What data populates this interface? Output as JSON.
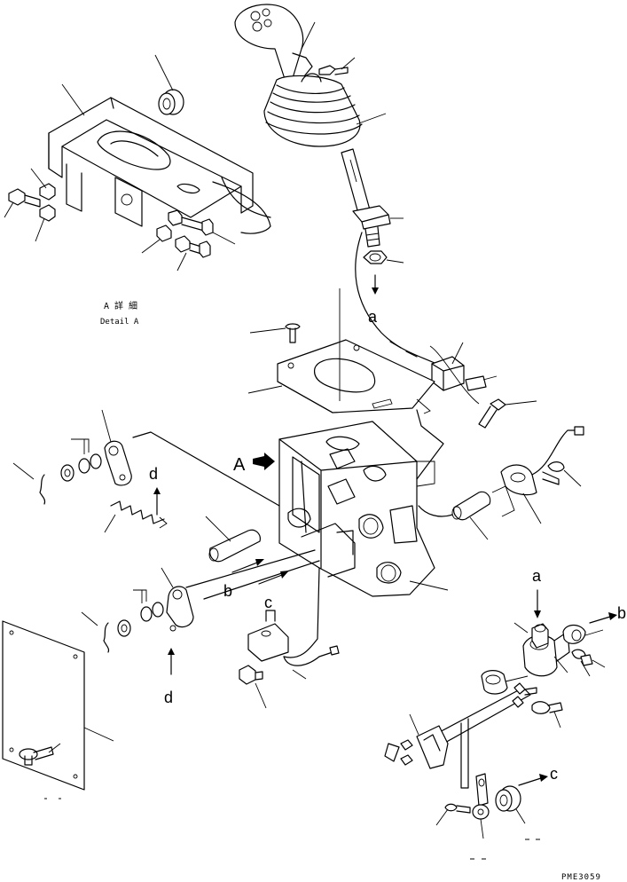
{
  "detail": {
    "title_jp": "A 詳 細",
    "title_en": "Detail A"
  },
  "view_marker": "A",
  "refs": {
    "a_top": "a",
    "a_right": "a",
    "b_left": "b",
    "b_right": "b",
    "c_left": "c",
    "c_right": "c",
    "d_upper": "d",
    "d_lower": "d"
  },
  "drawing_code": "PME3059"
}
